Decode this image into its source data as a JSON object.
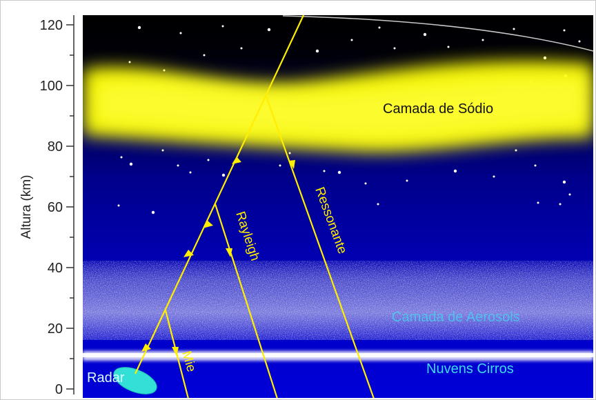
{
  "y_axis": {
    "title": "Altura (km)",
    "ticks": [
      "0",
      "20",
      "40",
      "60",
      "80",
      "100",
      "120"
    ]
  },
  "labels": {
    "sodium_layer": "Camada de Sódio",
    "aerosol_layer": "Camada de Aerosols",
    "cirrus_clouds": "Nuvens Cirros",
    "radar": "Radar",
    "mie": "Mie",
    "rayleigh": "Rayleigh",
    "resonant": "Ressonante"
  },
  "colors": {
    "sky_top": "#000000",
    "sky_bottom": "#0000d2",
    "sodium": "#ffff00",
    "beam": "#ffee00",
    "label_dark": "#111111",
    "label_cyan": "#40e0ff"
  }
}
